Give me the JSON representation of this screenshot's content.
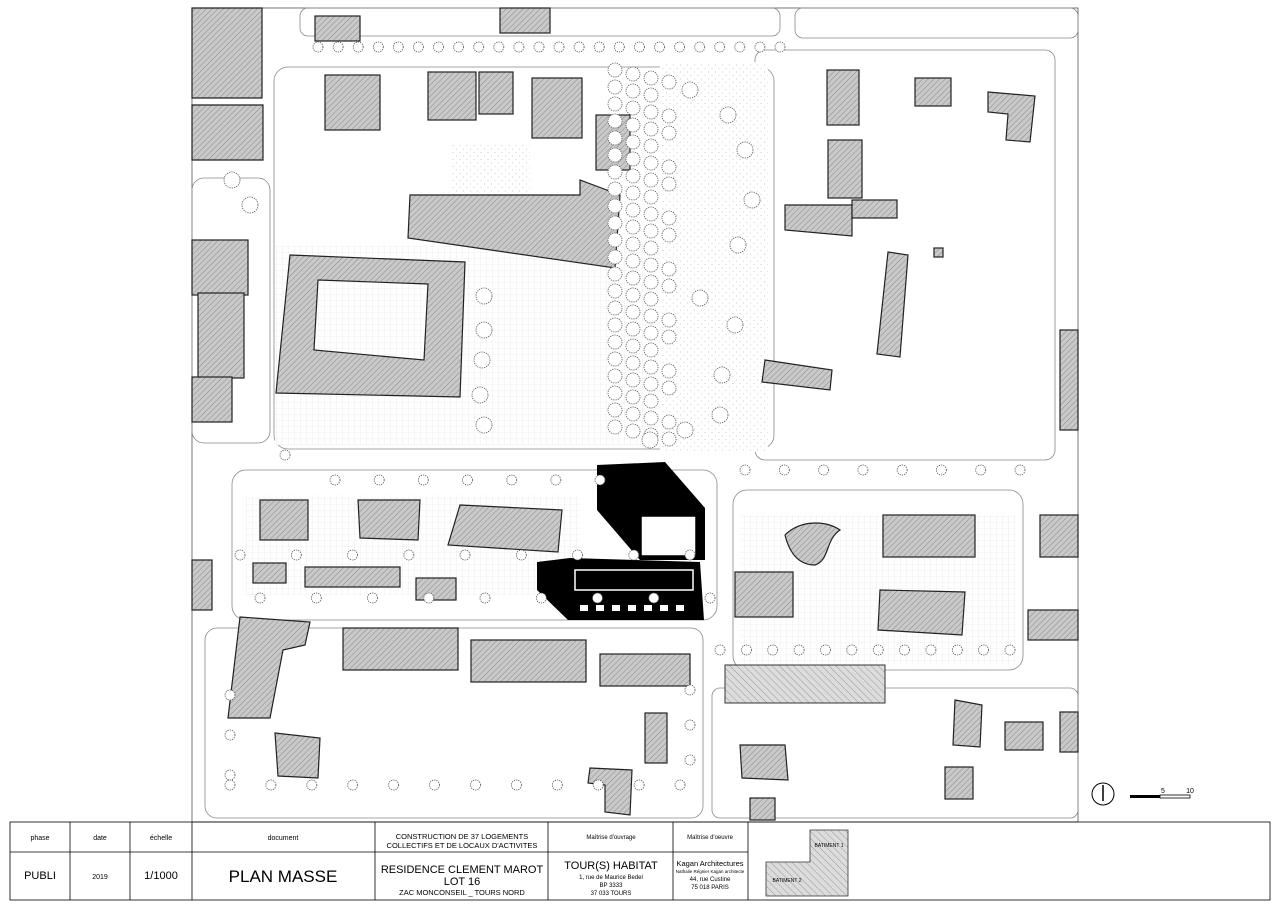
{
  "map": {
    "scale_bar": {
      "tick_5": "5",
      "tick_10": "10"
    },
    "legend": {
      "building_1": "BATIMENT 1",
      "building_2": "BATIMENT 2"
    }
  },
  "title_block": {
    "phase": {
      "header": "phase",
      "value": "PUBLI"
    },
    "date": {
      "header": "date",
      "value": "2019"
    },
    "scale": {
      "header": "échelle",
      "value": "1/1000"
    },
    "document": {
      "header": "document",
      "value": "PLAN MASSE"
    },
    "project": {
      "line1": "CONSTRUCTION DE 37 LOGEMENTS",
      "line2": "COLLECTIFS ET DE LOCAUX D'ACTIVITES",
      "name": "RESIDENCE CLEMENT MAROT",
      "lot": "LOT 16",
      "location": "ZAC MONCONSEIL _ TOURS NORD"
    },
    "owner": {
      "header": "Maîtrise d'ouvrage",
      "name": "TOUR(S) HABITAT",
      "addr1": "1, rue de Maurice Bedel",
      "addr2": "BP 3333",
      "addr3": "37 033  TOURS"
    },
    "architect": {
      "header": "Maîtrise d'oeuvre",
      "name": "Kagan Architectures",
      "subtitle": "Nathalie Régnier Kagan architecte",
      "addr1": "44, rue Custine",
      "addr2": "75 018   PARIS"
    }
  }
}
